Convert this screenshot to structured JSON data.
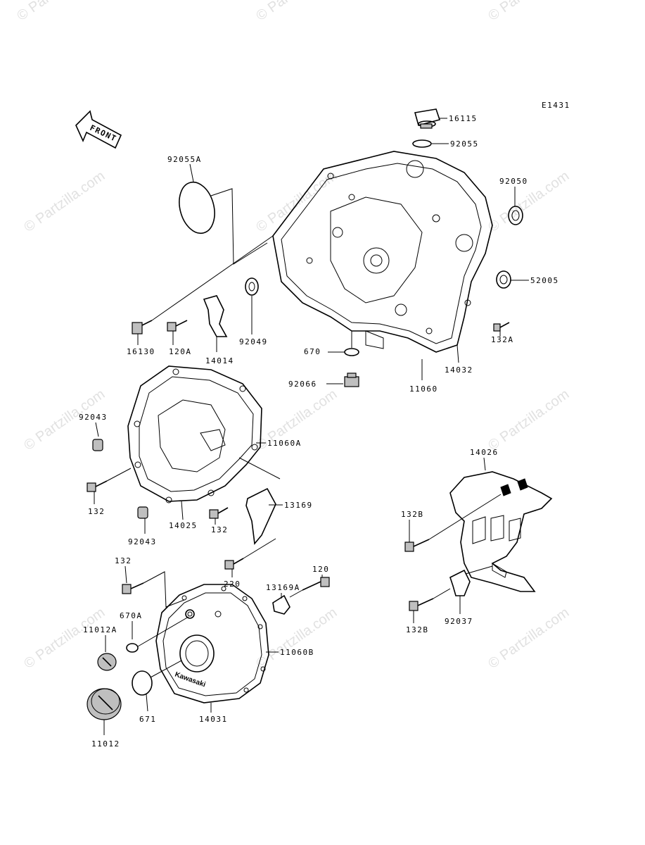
{
  "diagram_id": "E1431",
  "front_label": "FRONT",
  "watermark": "© Partzilla.com",
  "cover_logo": "Kawasaki",
  "parts": {
    "p16115": "16115",
    "p92055": "92055",
    "p92055A": "92055A",
    "p92050": "92050",
    "p52005": "52005",
    "p132A": "132A",
    "p16130": "16130",
    "p120A": "120A",
    "p14014": "14014",
    "p92049": "92049",
    "p670": "670",
    "p14032": "14032",
    "p92066": "92066",
    "p11060": "11060",
    "p92043a": "92043",
    "p11060A": "11060A",
    "p132a": "132",
    "p92043b": "92043",
    "p14025": "14025",
    "p13169": "13169",
    "p132b": "132",
    "p220": "220",
    "p14026": "14026",
    "p132B_a": "132B",
    "p132c": "132",
    "p120": "120",
    "p13169A": "13169A",
    "p670A": "670A",
    "p11012A": "11012A",
    "p11060B": "11060B",
    "p671": "671",
    "p14031": "14031",
    "p11012": "11012",
    "p132B_b": "132B",
    "p92037": "92037"
  }
}
